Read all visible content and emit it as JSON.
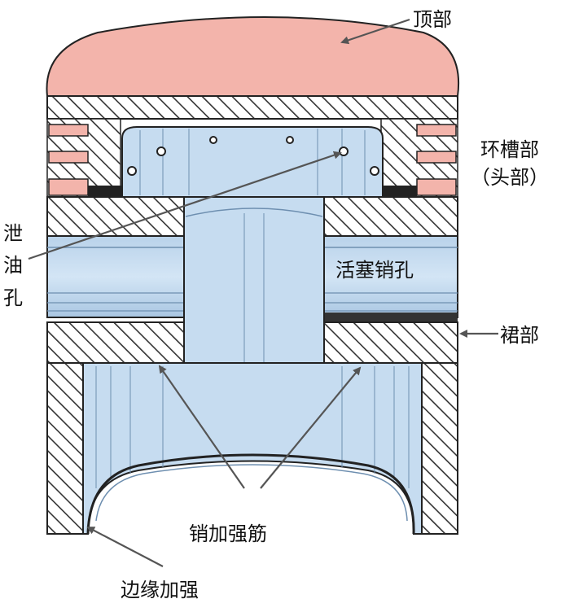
{
  "labels": {
    "top": "顶部",
    "ring_zone_1": "环槽部",
    "ring_zone_2": "（头部）",
    "oil_hole_1": "泄",
    "oil_hole_2": "油",
    "oil_hole_3": "孔",
    "pin_hole": "活塞销孔",
    "skirt": "裙部",
    "pin_rib": "销加强筋",
    "edge_rib": "边缘加强"
  },
  "colors": {
    "crown": "#f3b4ab",
    "metal": "#ffffff",
    "hatch": "#333333",
    "interior": "#c6dcf0",
    "interior_dark": "#a9c6e2",
    "outline": "#222222",
    "arrow": "#555555"
  }
}
